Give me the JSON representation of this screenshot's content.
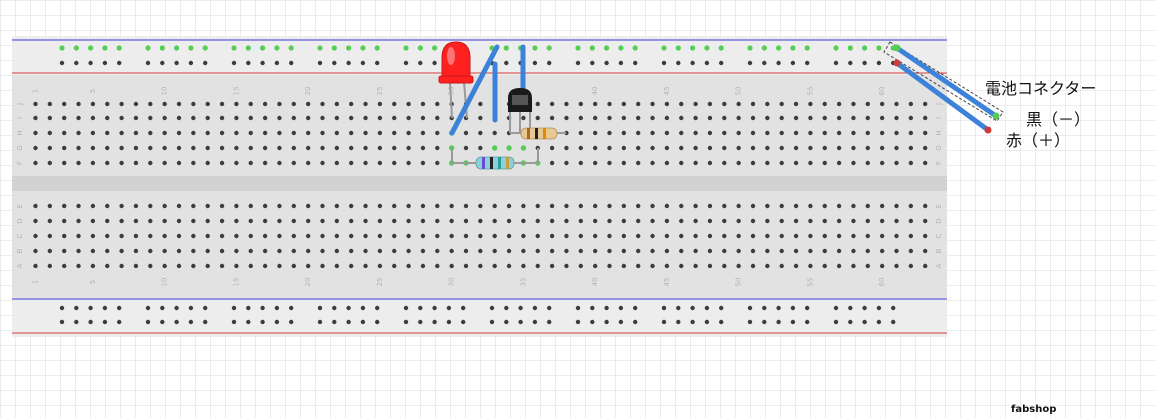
{
  "breadboard": {
    "columns": 63,
    "column_tick_labels": [
      "1",
      "5",
      "10",
      "15",
      "20",
      "25",
      "30",
      "35",
      "40",
      "45",
      "50",
      "55",
      "60"
    ],
    "upper_row_labels": [
      "J",
      "I",
      "H",
      "G",
      "F"
    ],
    "lower_row_labels": [
      "E",
      "D",
      "C",
      "B",
      "A"
    ],
    "colors": {
      "board": "#e2e2e2",
      "rail_stripe": "#ededed",
      "rail_line_blue": "#3a3ad6",
      "rail_line_red": "#d23a3a",
      "hole": "#3c3c3c",
      "active_hole": "#55cc55",
      "label": "#b4b4b4"
    }
  },
  "components": {
    "led": {
      "name": "LED",
      "color": "#ff2020"
    },
    "transistor": {
      "name": "transistor",
      "color": "#1a1a1a"
    },
    "resistor_1": {
      "name": "resistor",
      "bands": [
        "#a06a2a",
        "#222222",
        "#e08a00"
      ]
    },
    "resistor_2": {
      "name": "resistor",
      "bands": [
        "#6a4ad8",
        "#222222",
        "#22a0a0",
        "#c8a040"
      ]
    },
    "wire_color": "#3b82d8"
  },
  "battery_connector": {
    "label": "電池コネクター",
    "black_label": "黒（－）",
    "red_label": "赤（＋）"
  },
  "brand": "fabshop"
}
